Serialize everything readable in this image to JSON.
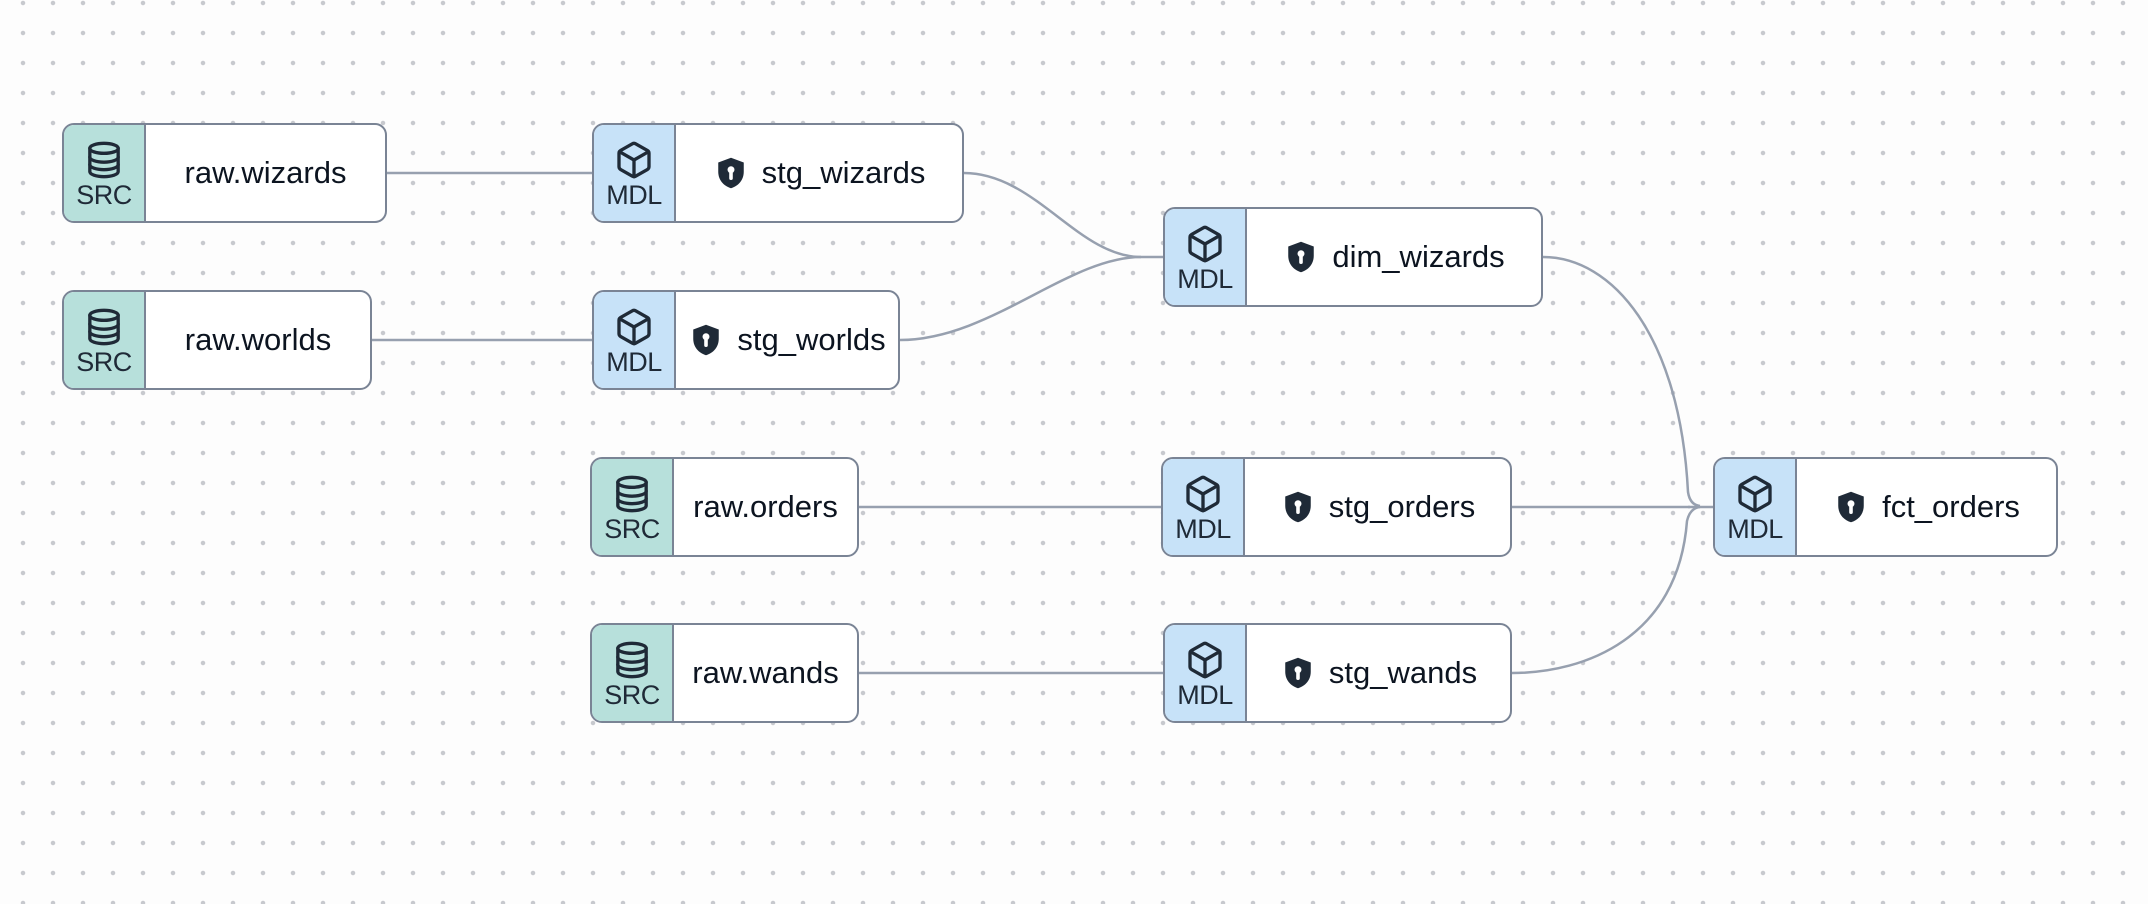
{
  "app": {
    "view": "data-lineage-graph"
  },
  "palette": {
    "canvas_bg": "#fdfdfd",
    "dot_grid": "#c7c9ce",
    "edge": "#97a0af",
    "node_border": "#7a8495",
    "node_bg": "#ffffff",
    "src_badge_bg": "#b7e0db",
    "mdl_badge_bg": "#c7e2f8",
    "icon_dark": "#1f2a37",
    "label_text": "#0c1420"
  },
  "nodes": [
    {
      "id": "raw.wizards",
      "label": "raw.wizards",
      "type_label": "SRC",
      "kind": "source",
      "icon": "database-icon",
      "has_shield": false
    },
    {
      "id": "stg_wizards",
      "label": "stg_wizards",
      "type_label": "MDL",
      "kind": "model",
      "icon": "cube-icon",
      "has_shield": true
    },
    {
      "id": "raw.worlds",
      "label": "raw.worlds",
      "type_label": "SRC",
      "kind": "source",
      "icon": "database-icon",
      "has_shield": false
    },
    {
      "id": "stg_worlds",
      "label": "stg_worlds",
      "type_label": "MDL",
      "kind": "model",
      "icon": "cube-icon",
      "has_shield": true
    },
    {
      "id": "dim_wizards",
      "label": "dim_wizards",
      "type_label": "MDL",
      "kind": "model",
      "icon": "cube-icon",
      "has_shield": true
    },
    {
      "id": "raw.orders",
      "label": "raw.orders",
      "type_label": "SRC",
      "kind": "source",
      "icon": "database-icon",
      "has_shield": false
    },
    {
      "id": "stg_orders",
      "label": "stg_orders",
      "type_label": "MDL",
      "kind": "model",
      "icon": "cube-icon",
      "has_shield": true
    },
    {
      "id": "raw.wands",
      "label": "raw.wands",
      "type_label": "SRC",
      "kind": "source",
      "icon": "database-icon",
      "has_shield": false
    },
    {
      "id": "stg_wands",
      "label": "stg_wands",
      "type_label": "MDL",
      "kind": "model",
      "icon": "cube-icon",
      "has_shield": true
    },
    {
      "id": "fct_orders",
      "label": "fct_orders",
      "type_label": "MDL",
      "kind": "model",
      "icon": "cube-icon",
      "has_shield": true
    }
  ],
  "edges": [
    {
      "from": "raw.wizards",
      "to": "stg_wizards"
    },
    {
      "from": "raw.worlds",
      "to": "stg_worlds"
    },
    {
      "from": "stg_wizards",
      "to": "dim_wizards"
    },
    {
      "from": "stg_worlds",
      "to": "dim_wizards"
    },
    {
      "from": "raw.orders",
      "to": "stg_orders"
    },
    {
      "from": "raw.wands",
      "to": "stg_wands"
    },
    {
      "from": "dim_wizards",
      "to": "fct_orders"
    },
    {
      "from": "stg_orders",
      "to": "fct_orders"
    },
    {
      "from": "stg_wands",
      "to": "fct_orders"
    }
  ]
}
